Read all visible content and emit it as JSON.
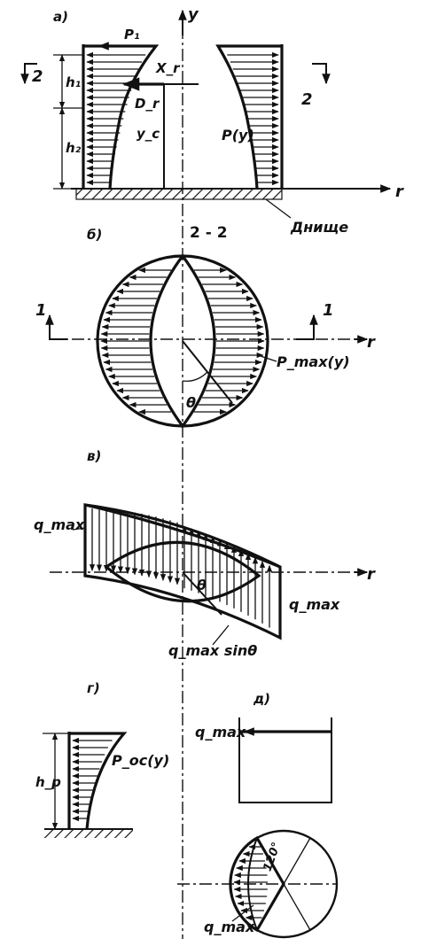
{
  "figure": {
    "panel_a": {
      "letter": "а)",
      "y_axis": "y",
      "r_axis": "r",
      "p1": "P₁",
      "x_r": "X_r",
      "d_r": "D_r",
      "y_c": "y_c",
      "py": "P(y)",
      "h1": "h₁",
      "h2": "h₂",
      "sec_left": "2",
      "sec_right": "2",
      "bottom": "Днище"
    },
    "panel_b": {
      "letter": "б)",
      "section": "2 - 2",
      "sec_left": "1",
      "sec_right": "1",
      "r_axis": "r",
      "theta": "θ",
      "pmax": "P_max(y)"
    },
    "panel_v": {
      "letter": "в)",
      "r_axis": "r",
      "theta": "θ",
      "qmax_left": "q_max",
      "qmax_right": "q_max",
      "qmax_sin": "q_max sinθ"
    },
    "panel_g": {
      "letter": "г)",
      "h_p": "h_p",
      "p_oc": "P_oc(y)"
    },
    "panel_d": {
      "letter": "д)",
      "qmax_top": "q_max",
      "angle": "120°",
      "qmax_bottom": "q_max"
    }
  }
}
